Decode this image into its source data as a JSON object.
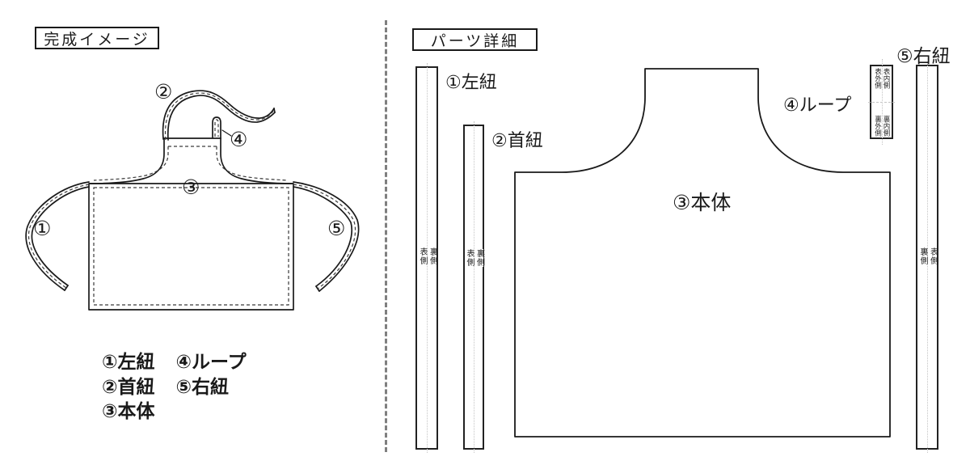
{
  "left_panel": {
    "title": "完成イメージ",
    "markers": {
      "m1": "①",
      "m2": "②",
      "m3": "③",
      "m4": "④",
      "m5": "⑤"
    },
    "legend": {
      "col1": [
        "①左紐",
        "②首紐",
        "③本体"
      ],
      "col2": [
        "④ループ",
        "⑤右紐"
      ]
    }
  },
  "right_panel": {
    "title": "パーツ詳細",
    "parts": {
      "left_tie": {
        "label": "①左紐",
        "side_left": "表側",
        "side_right": "裏側"
      },
      "neck_tie": {
        "label": "②首紐",
        "side_left": "表側",
        "side_right": "裏側"
      },
      "body": {
        "label": "③本体"
      },
      "loop": {
        "label": "④ループ",
        "cells": [
          "表外側",
          "表内側",
          "裏外側",
          "裏内側"
        ]
      },
      "right_tie": {
        "label": "⑤右紐",
        "side_left": "裏側",
        "side_right": "表側"
      }
    }
  },
  "colors": {
    "line": "#1a1a1a",
    "stitch": "#3a3a3a",
    "guide": "#c4c4c4",
    "divider": "#7f7f7f",
    "background": "#ffffff"
  }
}
